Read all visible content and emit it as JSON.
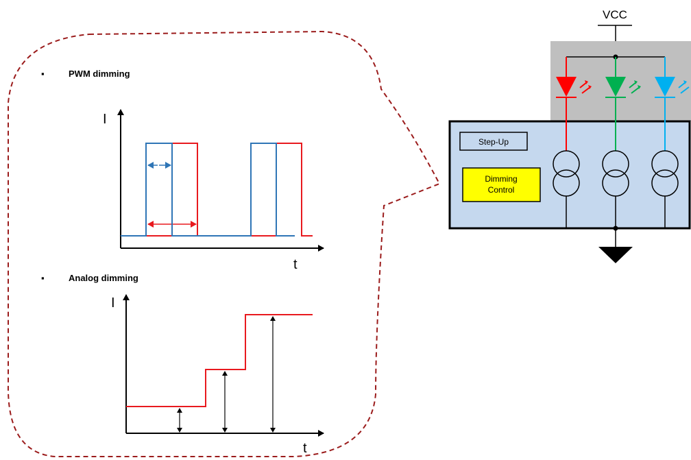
{
  "pwm": {
    "bullet": "▪",
    "title": "PWM dimming",
    "y_label": "I",
    "x_label": "t"
  },
  "analog": {
    "bullet": "▪",
    "title": "Analog dimming",
    "y_label": "I",
    "x_label": "t"
  },
  "circuit": {
    "supply_label": "VCC",
    "stepup_label": "Step-Up",
    "dimming_label_line1": "Dimming",
    "dimming_label_line2": "Control",
    "led_colors": [
      "red",
      "green",
      "blue"
    ]
  },
  "colors": {
    "callout_border": "#9b1c1c",
    "pwm_blue": "#2e75b6",
    "pwm_red": "#e8191e",
    "analog_red": "#e8191e",
    "led_red": "#ff0000",
    "led_green": "#00b050",
    "led_blue": "#00b0f0",
    "led_panel": "#bfbfbf",
    "driver_fill": "#c5d8ee",
    "dimming_fill": "#ffff00",
    "stepup_fill": "#c5d8ee"
  }
}
